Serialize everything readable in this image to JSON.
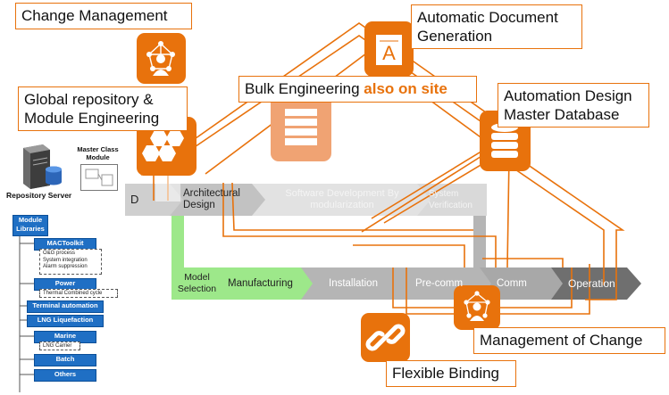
{
  "callouts": {
    "change_management": "Change Management",
    "auto_doc": "Automatic Document Generation",
    "global_repo": "Global repository & Module Engineering",
    "bulk_main": "Bulk Engineering ",
    "bulk_highlight": "also on site",
    "automation_db": "Automation Design Master Database",
    "mgmt_change": "Management of Change",
    "flexible_binding": "Flexible Binding"
  },
  "process": {
    "d_label": "D",
    "architectural_design": "Architectural Design",
    "software_development": "Software Development By modularization",
    "system_verification": "System Verification",
    "model_selection": "Model Selection",
    "manufacturing": "Manufacturing",
    "installation": "Installation",
    "pre_comm": "Pre-comm",
    "comm": "Comm",
    "operation": "Operation"
  },
  "repository": {
    "server_label": "Repository Server",
    "master_class_module": "Master Class Module"
  },
  "libraries": {
    "root": "Module Libraries",
    "items": [
      {
        "label": "MACToolkit",
        "sub": [
          "O&G process",
          "System integration",
          "Alarm suppression"
        ]
      },
      {
        "label": "Power",
        "sub": [
          "Thermal Combined cycle"
        ]
      },
      {
        "label": "Terminal automation",
        "sub": []
      },
      {
        "label": "LNG Liquefaction",
        "sub": []
      },
      {
        "label": "Marine",
        "sub": [
          "LNG Carrier"
        ]
      },
      {
        "label": "Batch",
        "sub": []
      },
      {
        "label": "Others",
        "sub": []
      }
    ]
  },
  "colors": {
    "accent": "#e8720c",
    "library_blue": "#1f6fc4",
    "green": "#9de88a",
    "bar_grey": "#b5b5b5",
    "bar_dark": "#6f6f6f"
  },
  "icons": [
    "network-person-icon",
    "document-a-icon",
    "hexagons-icon",
    "stacked-sheets-icon",
    "database-icon",
    "chain-link-icon",
    "server-icon"
  ]
}
